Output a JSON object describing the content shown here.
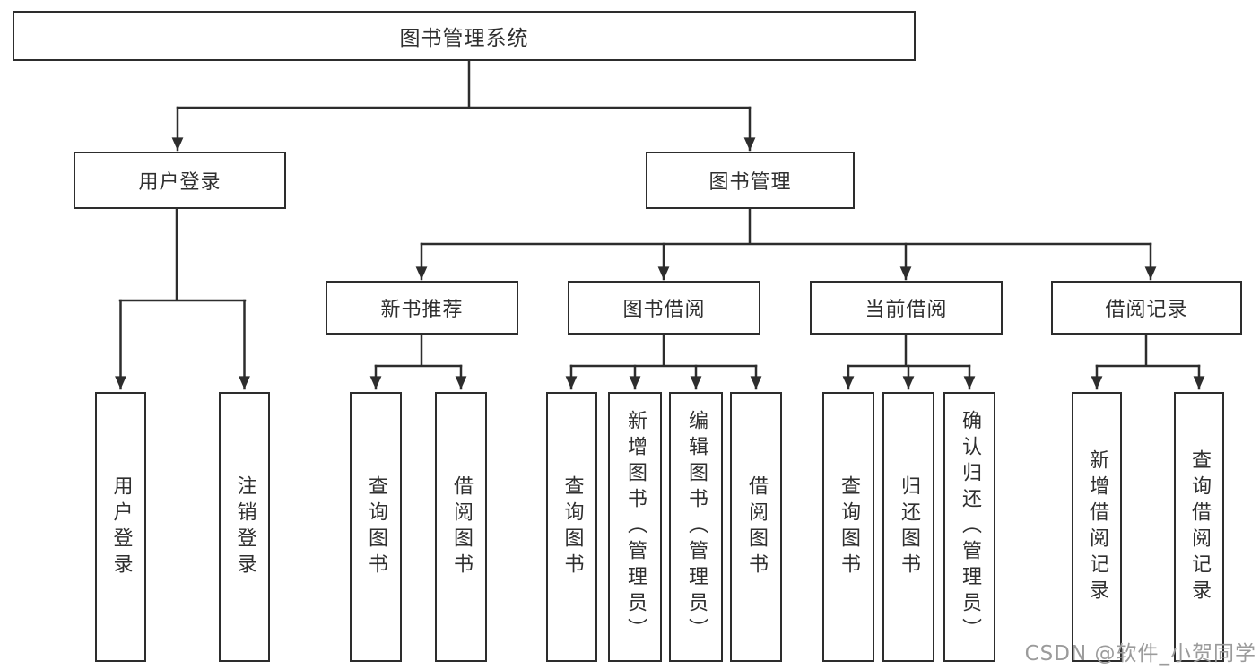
{
  "watermark": {
    "text": "CSDN @软件_小贺同学",
    "color": "#9b9b9b"
  },
  "colors": {
    "line": "#2d2d2d",
    "text": "#2f2f2f",
    "background": "#ffffff",
    "watermark": "#9b9b9b"
  },
  "tree": {
    "root": {
      "label": "图书管理系统",
      "children": [
        {
          "label": "用户登录",
          "children": [
            {
              "label": "用户登录"
            },
            {
              "label": "注销登录"
            }
          ]
        },
        {
          "label": "图书管理",
          "children": [
            {
              "label": "新书推荐",
              "children": [
                {
                  "label": "查询图书"
                },
                {
                  "label": "借阅图书"
                }
              ]
            },
            {
              "label": "图书借阅",
              "children": [
                {
                  "label": "查询图书"
                },
                {
                  "label": "新增图书（管理员）"
                },
                {
                  "label": "编辑图书（管理员）"
                },
                {
                  "label": "借阅图书"
                }
              ]
            },
            {
              "label": "当前借阅",
              "children": [
                {
                  "label": "查询图书"
                },
                {
                  "label": "归还图书"
                },
                {
                  "label": "确认归还（管理员）"
                }
              ]
            },
            {
              "label": "借阅记录",
              "children": [
                {
                  "label": "新增借阅记录"
                },
                {
                  "label": "查询借阅记录"
                }
              ]
            }
          ]
        }
      ]
    }
  }
}
